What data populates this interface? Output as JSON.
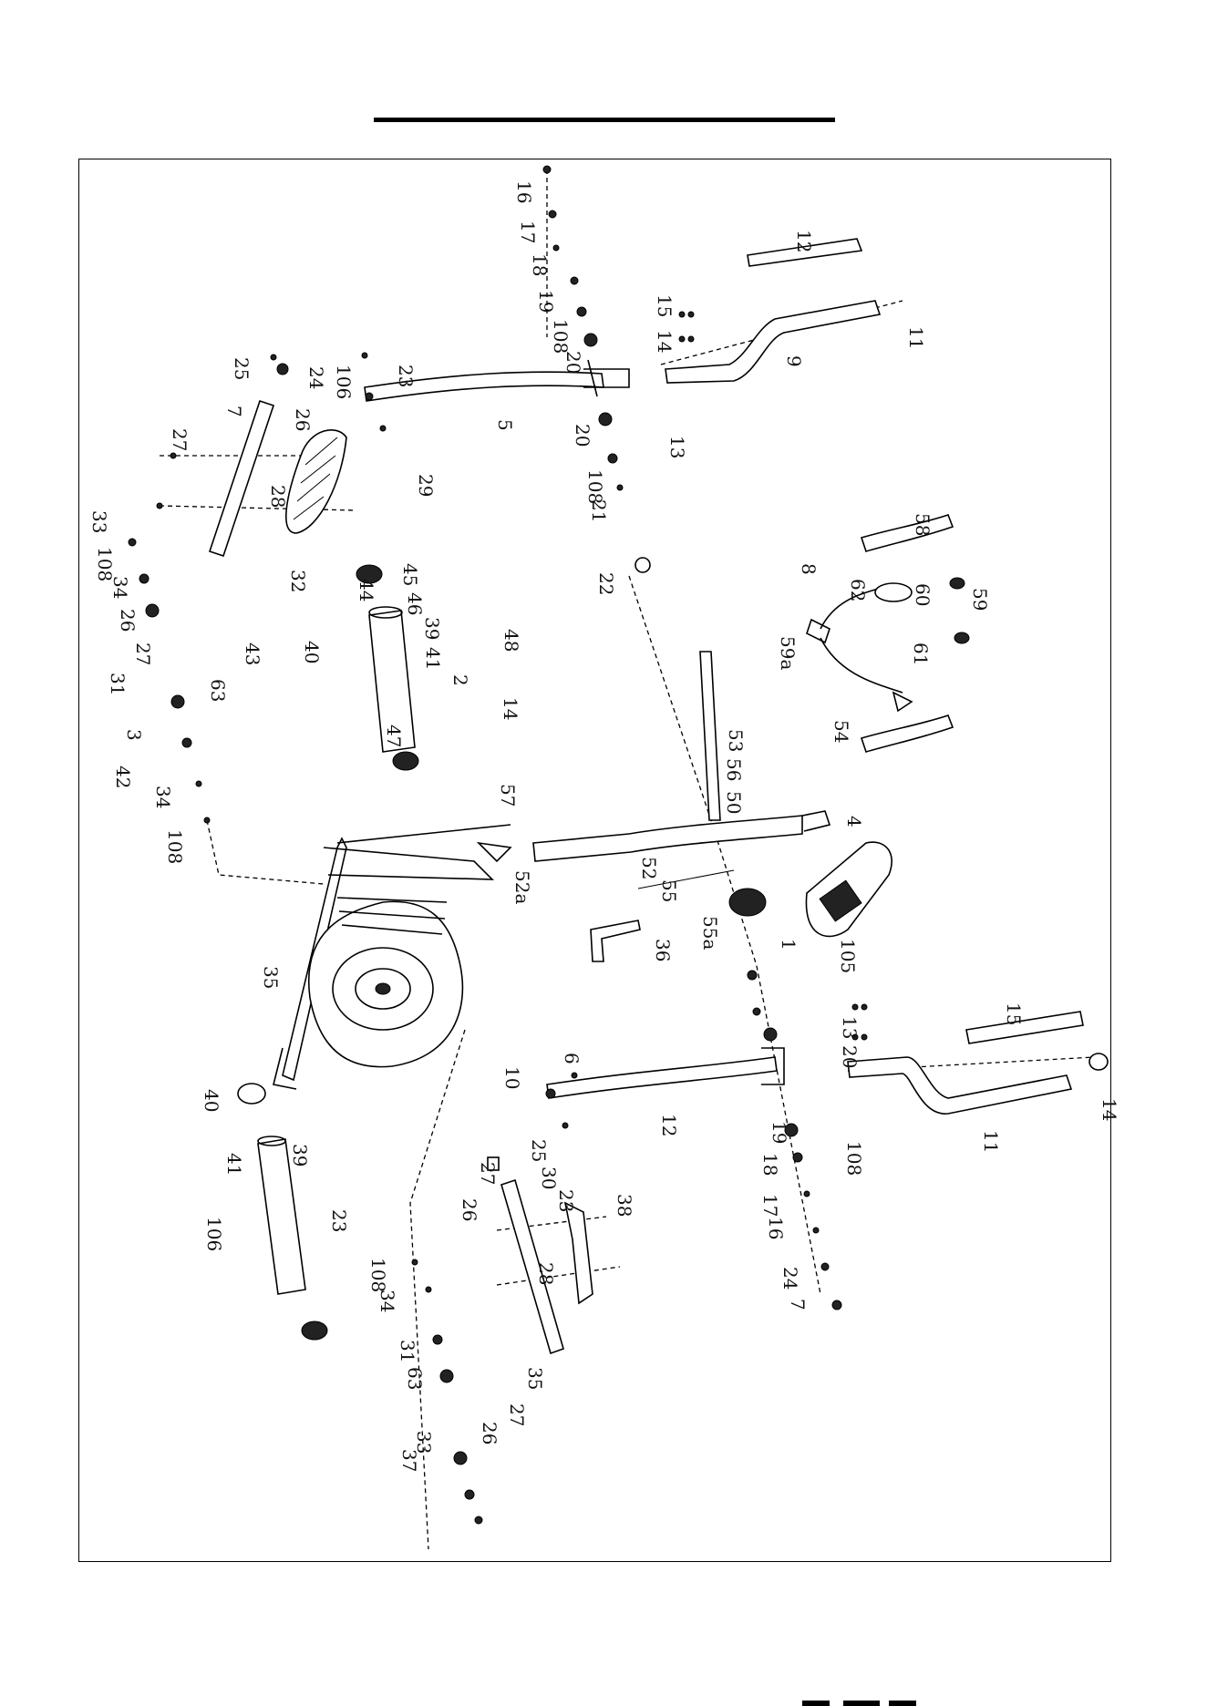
{
  "labels": [
    "16",
    "17",
    "18",
    "19",
    "108",
    "20",
    "15",
    "14",
    "13",
    "12",
    "11",
    "9",
    "5",
    "23",
    "106",
    "20",
    "108",
    "21",
    "22",
    "25",
    "24",
    "7",
    "26",
    "27",
    "28",
    "29",
    "32",
    "33",
    "108",
    "34",
    "26",
    "27",
    "31",
    "63",
    "43",
    "44",
    "45",
    "46",
    "39",
    "40",
    "41",
    "2",
    "47",
    "48",
    "14",
    "57",
    "58",
    "59",
    "60",
    "61",
    "62",
    "8",
    "59a",
    "54",
    "53",
    "56",
    "50",
    "4",
    "52a",
    "52",
    "55",
    "55a",
    "105",
    "1",
    "36",
    "35",
    "108",
    "34",
    "42",
    "3",
    "40",
    "41",
    "39",
    "23",
    "106",
    "6",
    "10",
    "12",
    "11",
    "15",
    "14",
    "13",
    "20",
    "108",
    "19",
    "18",
    "17",
    "16",
    "24",
    "7",
    "27",
    "26",
    "25",
    "30",
    "28",
    "23",
    "38",
    "35",
    "108",
    "34",
    "31",
    "63",
    "26",
    "27",
    "33",
    "37"
  ]
}
